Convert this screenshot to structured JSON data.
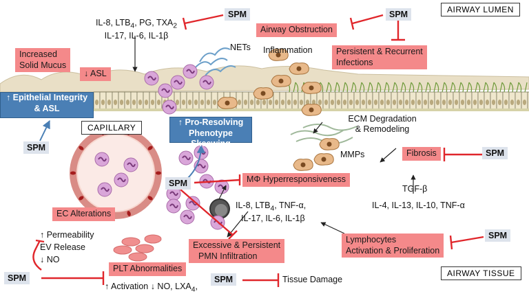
{
  "regions": {
    "airway_lumen": "AIRWAY LUMEN",
    "airway_tissue": "AIRWAY TISSUE",
    "capillary": "CAPILLARY"
  },
  "spm": "SPM",
  "mediators_top": {
    "line1": "IL-8, LTB",
    "line1_sub": "4",
    "line1_rest": ", PG, TXA",
    "line1_sub2": "2",
    "line2": "IL-17, IL-6, IL-1β"
  },
  "lumen": {
    "nets": "NETs",
    "inflammation": "Inflammation",
    "airway_obstruction": "Airway Obstruction",
    "persistent_infections_1": "Persistent & Recurrent",
    "persistent_infections_2": "Infections",
    "increased_mucus_1": "Increased",
    "increased_mucus_2": "Solid Mucus",
    "asl": "↓ ASL"
  },
  "epithelium": {
    "integrity_1": "↑ Epithelial Integrity",
    "integrity_2": "& ASL"
  },
  "tissue": {
    "pro_resolving_1": "↑ Pro-Resolving",
    "pro_resolving_2": "Phenotype Skeewing",
    "ecm_1": "ECM Degradation",
    "ecm_2": "& Remodeling",
    "mmps": "MMPs",
    "fibrosis": "Fibrosis",
    "macrophage": "MΦ Hyperresponsiveness",
    "tgf": "TGF-β",
    "cytokines_lymph": "IL-4, IL-13, IL-10, TNF-α",
    "mediators_mid_1a": "IL-8, LTB",
    "mediators_mid_1sub": "4",
    "mediators_mid_1b": ", TNF-α,",
    "mediators_mid_2": "IL-17, IL-6, IL-1β",
    "lymphocytes_1": "Lymphocytes",
    "lymphocytes_2": "Activation & Proliferation",
    "pmn_1": "Excessive & Persistent",
    "pmn_2": "PMN Infiltration",
    "tissue_damage": "Tissue Damage"
  },
  "vascular": {
    "ec_alterations": "EC Alterations",
    "permeability": "↑ Permeability",
    "ev_release": "EV Release",
    "no": "↓ NO",
    "plt_abnormalities": "PLT Abnormalities",
    "plt_line_a": "↑ Activation ↓ NO, LXA",
    "plt_line_sub": "4",
    "plt_line_b": ","
  },
  "colors": {
    "inhibit_red": "#e0262b",
    "box_red": "#f4898a",
    "box_blue": "#4a7fb5",
    "spm_bg": "#dde3ec",
    "neutrophil": "#d9a6d9",
    "macrophage": "#e8b98a",
    "epithelium": "#efe7cd"
  }
}
